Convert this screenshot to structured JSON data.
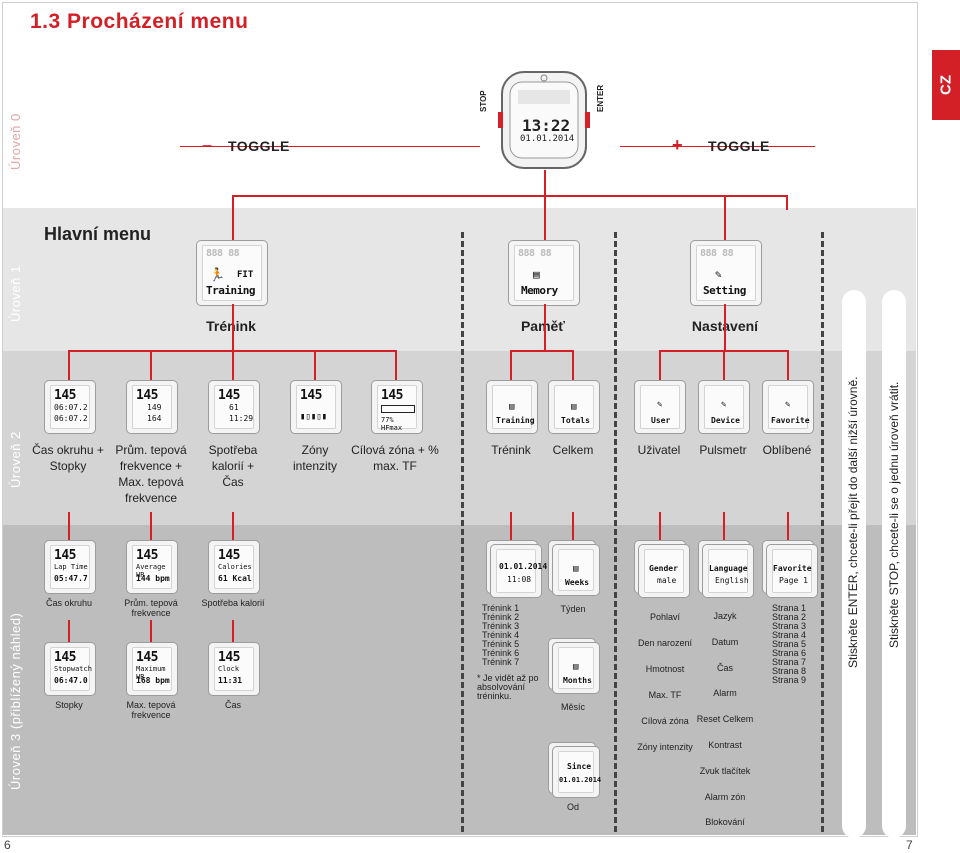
{
  "page_title": "1.3 Procházení menu",
  "language_tab": "CZ",
  "levels": {
    "level0": "Úroveň 0",
    "level1": "Úroveň 1",
    "level2": "Úroveň 2",
    "level3": "Úroveň 3 (přiblížený náhled)"
  },
  "toggle_left": {
    "symbol": "–",
    "label": "TOGGLE"
  },
  "toggle_right": {
    "symbol": "+",
    "label": "TOGGLE"
  },
  "main_watch": {
    "stop": "STOP",
    "enter": "ENTER",
    "time": "13:22",
    "date": "01.01.2014"
  },
  "main_menu_title": "Hlavní menu",
  "level1_watches": {
    "training": {
      "top": "888 88",
      "fit": "FIT",
      "name": "Training"
    },
    "memory": {
      "top": "888 88",
      "name": "Memory"
    },
    "setting": {
      "top": "888 88",
      "name": "Setting"
    }
  },
  "sections": {
    "training": "Trénink",
    "memory": "Paměť",
    "settings": "Nastavení"
  },
  "training_sub": [
    {
      "w1": "145",
      "w2": "06:07.2",
      "w3": "06:07.2",
      "label": "Čas okruhu + Stopky"
    },
    {
      "w1": "145",
      "w2": "149",
      "w3": "164",
      "label": "Prům. tepová frekvence + Max. tepová frekvence"
    },
    {
      "w1": "145",
      "w2": "61",
      "w3": "11:29",
      "label": "Spotřeba kalorií + Čas"
    },
    {
      "w1": "145",
      "w2": "",
      "w3": "",
      "label": "Zóny intenzity"
    },
    {
      "w1": "145",
      "w2": "",
      "w3": "77% HFmax",
      "label": "Cílová zóna + % max. TF"
    }
  ],
  "training_lvl3": [
    {
      "w1": "145",
      "w2": "Lap Time",
      "w3": "05:47.7",
      "label": "Čas okruhu"
    },
    {
      "w1": "145",
      "w2": "Average HR",
      "w3": "144 bpm",
      "label": "Prům. tepová frekvence"
    },
    {
      "w1": "145",
      "w2": "Calories",
      "w3": "61 Kcal",
      "label": "Spotřeba kalorií"
    },
    {
      "w1": "145",
      "w2": "Stopwatch",
      "w3": "06:47.0",
      "label": "Stopky"
    },
    {
      "w1": "145",
      "w2": "Maximum HR",
      "w3": "168 bpm",
      "label": "Max. tepová frekvence"
    },
    {
      "w1": "145",
      "w2": "Clock",
      "w3": "11:31",
      "label": "Čas"
    }
  ],
  "memory_sub": [
    {
      "name": "Training",
      "label": "Trénink"
    },
    {
      "name": "Totals",
      "label": "Celkem"
    }
  ],
  "memory_lvl3": {
    "training_date": "01.01.2014",
    "training_time": "11:08",
    "training_list": [
      "Trénink 1",
      "Trénink 2",
      "Trénink 3",
      "Trénink 4",
      "Trénink 5",
      "Trénink 6",
      "Trénink 7"
    ],
    "training_note": "* Je vidět až po absolvování tréninku.",
    "weeks": "Weeks",
    "weeks_label": "Týden",
    "months": "Months",
    "months_label": "Měsíc",
    "since": "Since",
    "since_date": "01.01.2014",
    "since_label": "Od"
  },
  "settings_sub": [
    {
      "name": "User",
      "label": "Uživatel"
    },
    {
      "name": "Device",
      "label": "Pulsmetr"
    },
    {
      "name": "Favorite",
      "label": "Oblíbené"
    }
  ],
  "settings_lvl3": {
    "gender": {
      "top": "Gender",
      "val": "male"
    },
    "user_list": [
      "Pohlaví",
      "Den narození",
      "Hmotnost",
      "Max. TF",
      "Cílová zóna",
      "Zóny intenzity"
    ],
    "language": {
      "top": "Language",
      "val": "English"
    },
    "device_list": [
      "Jazyk",
      "Datum",
      "Čas",
      "Alarm",
      "Reset Celkem",
      "Kontrast",
      "Zvuk tlačítek",
      "Alarm zón",
      "Blokování"
    ],
    "favorite": {
      "top": "Favorite",
      "val": "Page 1"
    },
    "favorite_list": [
      "Strana 1",
      "Strana 2",
      "Strana 3",
      "Strana 4",
      "Strana 5",
      "Strana 6",
      "Strana 7",
      "Strana 8",
      "Strana 9"
    ]
  },
  "instructions": {
    "enter": "Stiskněte ENTER, chcete-li přejít do další nižší úrovně.",
    "stop": "Stiskněte STOP, chcete-li se o jednu úroveň vrátit."
  },
  "page_numbers": {
    "left": "6",
    "right": "7"
  },
  "colors": {
    "accent": "#d31f26",
    "band1": "#e3e3e3",
    "band2": "#d2d2d2",
    "band3": "#bdbdbd"
  }
}
